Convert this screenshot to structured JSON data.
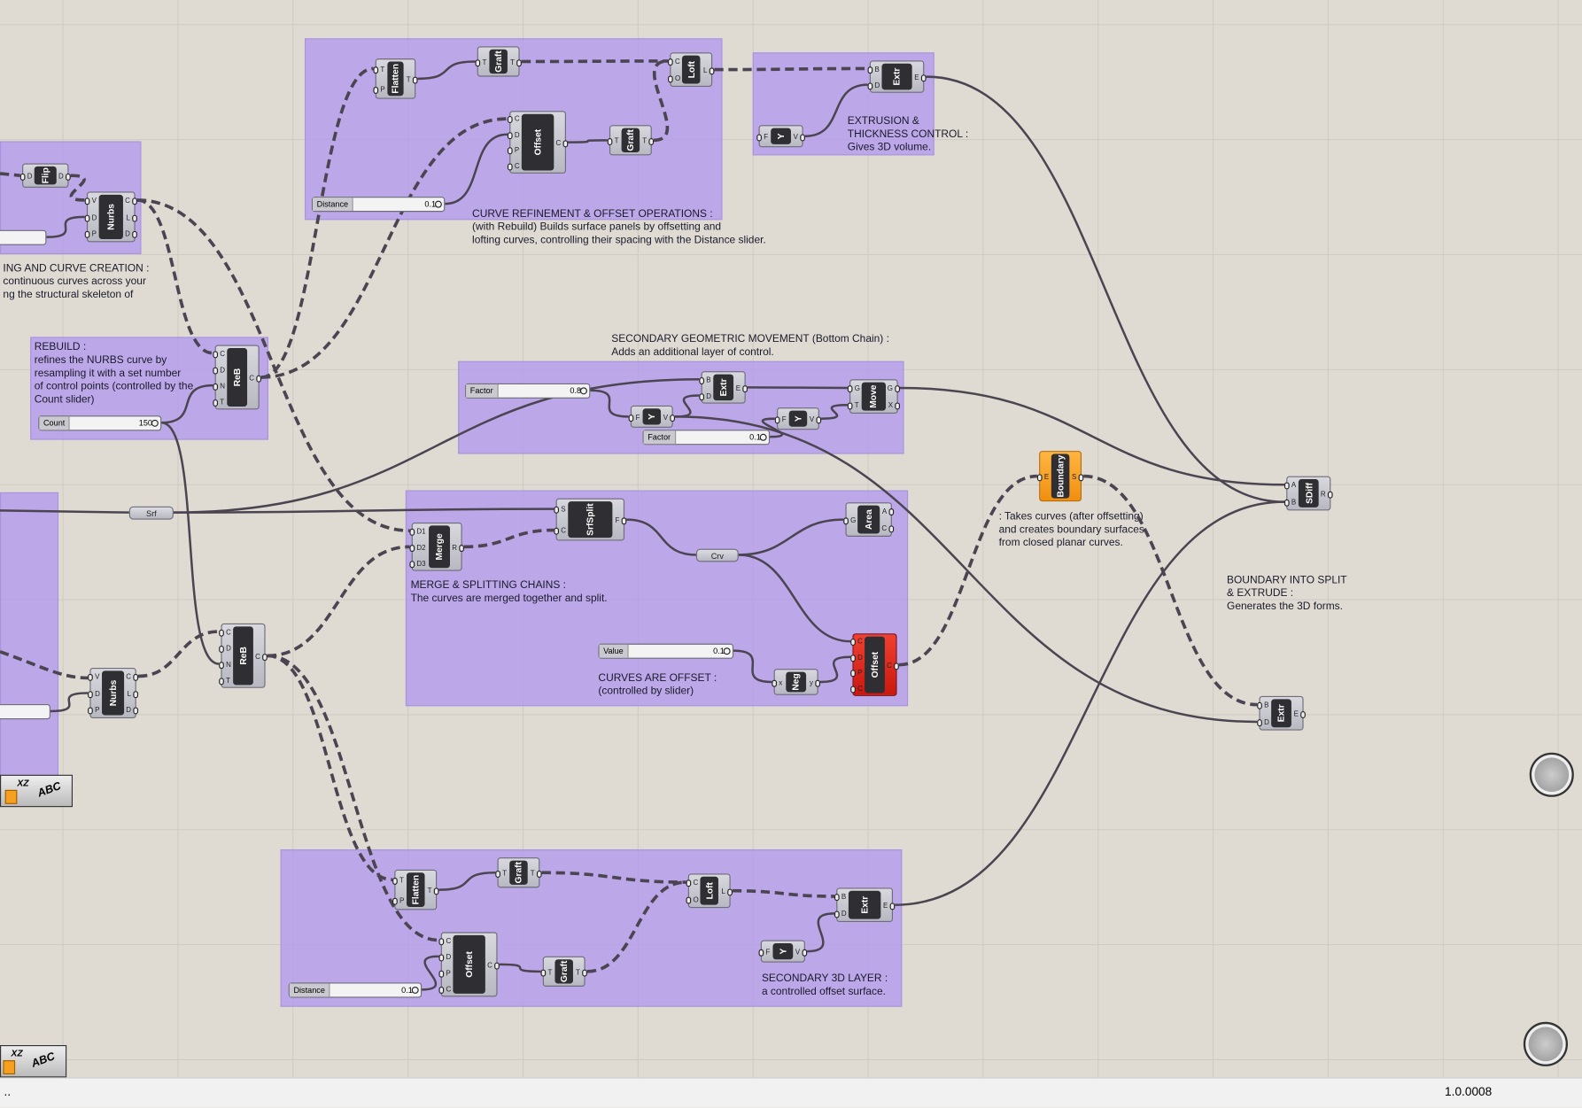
{
  "groups": {
    "nurbs_group": {
      "note": "ING AND CURVE CREATION :\ncontinuous curves across your\nng the structural skeleton of"
    },
    "curve_refinement": {
      "note": "CURVE REFINEMENT & OFFSET OPERATIONS :\n(with Rebuild) Builds surface panels by offsetting and\nlofting curves, controlling their spacing with the Distance slider."
    },
    "extrusion": {
      "note": "EXTRUSION &\nTHICKNESS CONTROL :\nGives 3D volume."
    },
    "rebuild": {
      "note": "REBUILD :\nrefines the NURBS curve by\nresampling it with a set number\nof control points (controlled by the\nCount slider)"
    },
    "secondary_movement": {
      "note": "SECONDARY GEOMETRIC MOVEMENT (Bottom Chain) :\nAdds an additional layer of control."
    },
    "merge_split": {
      "note": "MERGE & SPLITTING CHAINS :\nThe curves are merged together and split."
    },
    "curves_offset": {
      "note": "CURVES ARE OFFSET :\n(controlled by slider)"
    },
    "boundary": {
      "note": ": Takes curves (after offsetting)\nand creates boundary surfaces\nfrom closed planar curves."
    },
    "boundary_split": {
      "note": "BOUNDARY INTO SPLIT\n& EXTRUDE :\nGenerates the 3D forms."
    },
    "secondary_3d": {
      "note": "SECONDARY 3D LAYER :\na controlled offset surface."
    }
  },
  "components": {
    "flip": {
      "label": "Flip",
      "in": [
        "D"
      ],
      "out": [
        "D"
      ]
    },
    "nurbs1": {
      "label": "Nurbs",
      "in": [
        "V",
        "D",
        "P"
      ],
      "out": [
        "C",
        "L",
        "D"
      ]
    },
    "reb1": {
      "label": "ReB",
      "in": [
        "C",
        "D",
        "N",
        "T"
      ],
      "out": [
        "C"
      ]
    },
    "flatten1": {
      "label": "Flatten",
      "in": [
        "T",
        "P"
      ],
      "out": [
        "T"
      ]
    },
    "graft1": {
      "label": "Graft",
      "in": [
        "T"
      ],
      "out": [
        "T"
      ]
    },
    "loft1": {
      "label": "Loft",
      "in": [
        "C",
        "O"
      ],
      "out": [
        "L"
      ]
    },
    "offset1": {
      "label": "Offset",
      "in": [
        "C",
        "D",
        "P",
        "C"
      ],
      "out": [
        "C"
      ]
    },
    "graft2": {
      "label": "Graft",
      "in": [
        "T"
      ],
      "out": [
        "T"
      ]
    },
    "extr1": {
      "label": "Extr",
      "in": [
        "B",
        "D"
      ],
      "out": [
        "E"
      ]
    },
    "y1": {
      "label": "Y",
      "in": [
        "F"
      ],
      "out": [
        "V"
      ]
    },
    "nurbs2": {
      "label": "Nurbs",
      "in": [
        "V",
        "D",
        "P"
      ],
      "out": [
        "C",
        "L",
        "D"
      ]
    },
    "reb2": {
      "label": "ReB",
      "in": [
        "C",
        "D",
        "N",
        "T"
      ],
      "out": [
        "C"
      ]
    },
    "merge": {
      "label": "Merge",
      "in": [
        "D1",
        "D2",
        "D3"
      ],
      "out": [
        "R"
      ]
    },
    "srfsplit": {
      "label": "SrfSplit",
      "in": [
        "S",
        "C"
      ],
      "out": [
        "F"
      ]
    },
    "area": {
      "label": "Area",
      "in": [
        "G"
      ],
      "out": [
        "A",
        "C"
      ]
    },
    "offset2": {
      "label": "Offset",
      "in": [
        "C",
        "D",
        "P",
        "C"
      ],
      "out": [
        "C"
      ]
    },
    "neg": {
      "label": "Neg",
      "in": [
        "x"
      ],
      "out": [
        "y"
      ]
    },
    "extr2": {
      "label": "Extr",
      "in": [
        "B",
        "D"
      ],
      "out": [
        "E"
      ]
    },
    "y2": {
      "label": "Y",
      "in": [
        "F"
      ],
      "out": [
        "V"
      ]
    },
    "y3": {
      "label": "Y",
      "in": [
        "F"
      ],
      "out": [
        "V"
      ]
    },
    "move": {
      "label": "Move",
      "in": [
        "G",
        "T"
      ],
      "out": [
        "G",
        "X"
      ]
    },
    "boundary": {
      "label": "Boundary",
      "in": [
        "E"
      ],
      "out": [
        "S"
      ]
    },
    "sdiff": {
      "label": "SDiff",
      "in": [
        "A",
        "B"
      ],
      "out": [
        "R"
      ]
    },
    "extr3": {
      "label": "Extr",
      "in": [
        "B",
        "D"
      ],
      "out": [
        "E"
      ]
    },
    "flatten2": {
      "label": "Flatten",
      "in": [
        "T",
        "P"
      ],
      "out": [
        "T"
      ]
    },
    "graft3": {
      "label": "Graft",
      "in": [
        "T"
      ],
      "out": [
        "T"
      ]
    },
    "loft2": {
      "label": "Loft",
      "in": [
        "C",
        "O"
      ],
      "out": [
        "L"
      ]
    },
    "extr4": {
      "label": "Extr",
      "in": [
        "B",
        "D"
      ],
      "out": [
        "E"
      ]
    },
    "offset3": {
      "label": "Offset",
      "in": [
        "C",
        "D",
        "P",
        "C"
      ],
      "out": [
        "C"
      ]
    },
    "graft4": {
      "label": "Graft",
      "in": [
        "T"
      ],
      "out": [
        "T"
      ]
    },
    "y4": {
      "label": "Y",
      "in": [
        "F"
      ],
      "out": [
        "V"
      ]
    }
  },
  "params": {
    "srf": "Srf",
    "crv": "Crv"
  },
  "sliders": {
    "distance1": {
      "label": "Distance",
      "value": "0.1"
    },
    "count": {
      "label": "Count",
      "value": "150"
    },
    "factor1": {
      "label": "Factor",
      "value": "0.8"
    },
    "factor2": {
      "label": "Factor",
      "value": "0.1"
    },
    "value": {
      "label": "Value",
      "value": "0.1"
    },
    "distance2": {
      "label": "Distance",
      "value": "0.1"
    },
    "left1": {
      "label": "",
      "value": ""
    },
    "left2": {
      "label": "",
      "value": ""
    }
  },
  "widgets": {
    "xz": "XZ",
    "abc": "ABC"
  },
  "colors": {
    "canvas": "#dfdbd3",
    "group": "#b096f0",
    "boundary": "#f5a020",
    "offset_error": "#d82018"
  },
  "status": {
    "left": "..",
    "version": "1.0.0008"
  }
}
